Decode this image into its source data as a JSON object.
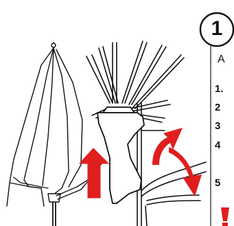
{
  "step": {
    "number": "1"
  },
  "header": {
    "text": "A"
  },
  "steps": [
    "1.",
    "2",
    "3",
    "4",
    "5"
  ],
  "colors": {
    "line": "#111111",
    "arrow": "#e01e1e",
    "background": "#ffffff"
  },
  "icons": {
    "step_badge": "circled-number-icon",
    "up_arrow": "red-up-arrow-icon",
    "rotate_arrow": "red-curved-double-arrow-icon",
    "warning": "red-exclamation-icon"
  }
}
